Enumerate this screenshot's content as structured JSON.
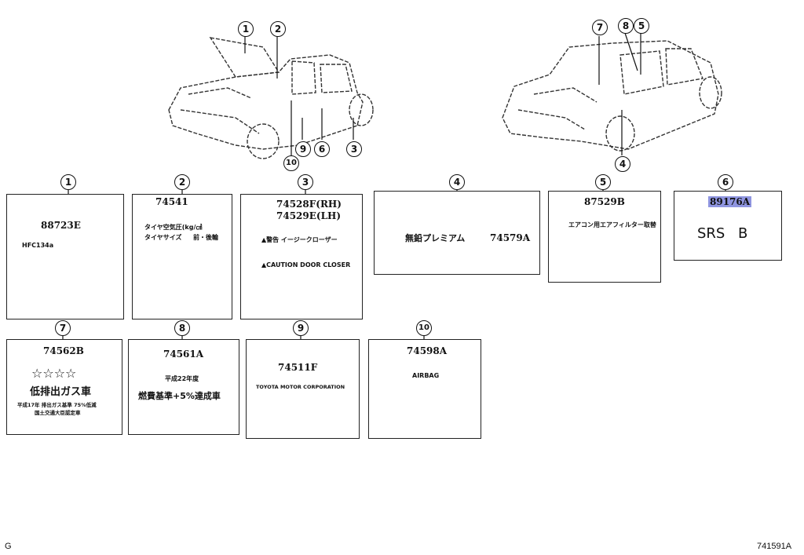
{
  "callouts": [
    "1",
    "2",
    "3",
    "4",
    "5",
    "6",
    "7",
    "8",
    "9",
    "10"
  ],
  "labels": {
    "l1": {
      "part": "88723E",
      "text_a": "HFC134a"
    },
    "l2": {
      "part": "74541",
      "row1": "タイヤ空気圧(kg/㎠",
      "row2a": "タイヤサイズ",
      "row2b": "前・後輪"
    },
    "l3": {
      "part_rh": "74528F(RH)",
      "part_lh": "74529E(LH)",
      "warn": "▲警告 イージークローザー",
      "caution": "▲CAUTION DOOR CLOSER"
    },
    "l4": {
      "part": "74579A",
      "text": "無鉛プレミアム"
    },
    "l5": {
      "part": "87529B",
      "text": "エアコン用エアフィルター取替"
    },
    "l6": {
      "part": "89176A",
      "srs": "SRS",
      "badge": "B"
    },
    "l7": {
      "part": "74562B",
      "stars": "☆☆☆☆",
      "main": "低排出ガス車",
      "sub1": "平成17年 排出ガス基準  75%低減",
      "sub2": "国土交通大臣認定車"
    },
    "l8": {
      "part": "74561A",
      "top": "平成22年度",
      "main": "燃費基準+5%達成車"
    },
    "l9": {
      "part": "74511F",
      "maker": "TOYOTA MOTOR CORPORATION"
    },
    "l10": {
      "part": "74598A",
      "ring": "AIRBAG"
    }
  },
  "footer": {
    "left": "G",
    "right": "741591A"
  }
}
